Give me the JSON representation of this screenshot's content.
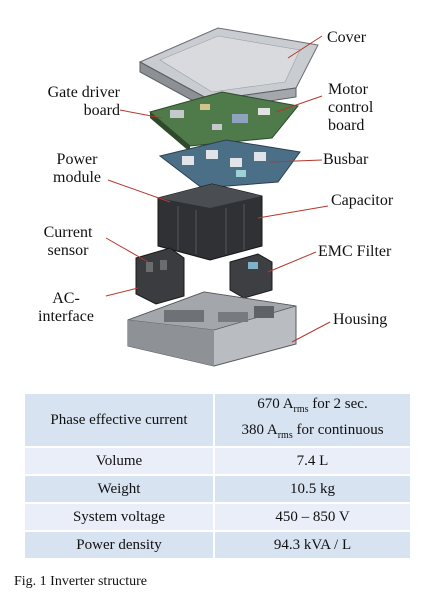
{
  "labels": {
    "cover": "Cover",
    "gate_driver_1": "Gate driver",
    "gate_driver_2": "board",
    "motor_control_1": "Motor",
    "motor_control_2": "control",
    "motor_control_3": "board",
    "power_module_1": "Power",
    "power_module_2": "module",
    "busbar": "Busbar",
    "capacitor": "Capacitor",
    "current_sensor_1": "Current",
    "current_sensor_2": "sensor",
    "emc_filter": "EMC Filter",
    "ac_interface_1": "AC-",
    "ac_interface_2": "interface",
    "housing": "Housing"
  },
  "table": {
    "rows": [
      {
        "param": "Phase effective current",
        "line1_num": "670 A",
        "line1_sub": "rms",
        "line1_rest": " for 2 sec.",
        "line2_num": "380 A",
        "line2_sub": "rms",
        "line2_rest": " for continuous"
      },
      {
        "param": "Volume",
        "value": "7.4 L"
      },
      {
        "param": "Weight",
        "value": "10.5 kg"
      },
      {
        "param": "System voltage",
        "value": "450 – 850 V"
      },
      {
        "param": "Power density",
        "value": "94.3 kVA / L"
      }
    ]
  },
  "caption": "Fig. 1 Inverter structure",
  "colors": {
    "table_row_dark": "#d8e3f2",
    "table_row_light": "#e9eef8",
    "leader_line": "#b5382a"
  }
}
